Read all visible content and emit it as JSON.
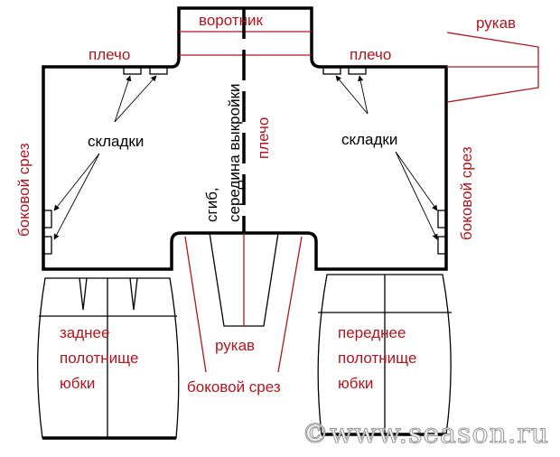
{
  "labels": {
    "collar": "воротник",
    "shoulder_left": "плечо",
    "shoulder_right": "плечо",
    "sleeve_top": "рукав",
    "pleats_left": "складки",
    "pleats_right": "складки",
    "side_cut_left": "боковой срез",
    "side_cut_right": "боковой срез",
    "center_line_1": "середина выкройки",
    "center_line_2": "сгиб,",
    "shoulder_center": "плечо",
    "sleeve_bottom": "рукав",
    "side_cut_bottom": "боковой срез",
    "back_skirt": [
      "заднее",
      "полотнище",
      "юбки"
    ],
    "front_skirt": [
      "переднее",
      "полотнище",
      "юбки"
    ]
  },
  "watermark": "©www.season.ru",
  "colors": {
    "label_red": "#b3141e",
    "outline": "#000000"
  }
}
